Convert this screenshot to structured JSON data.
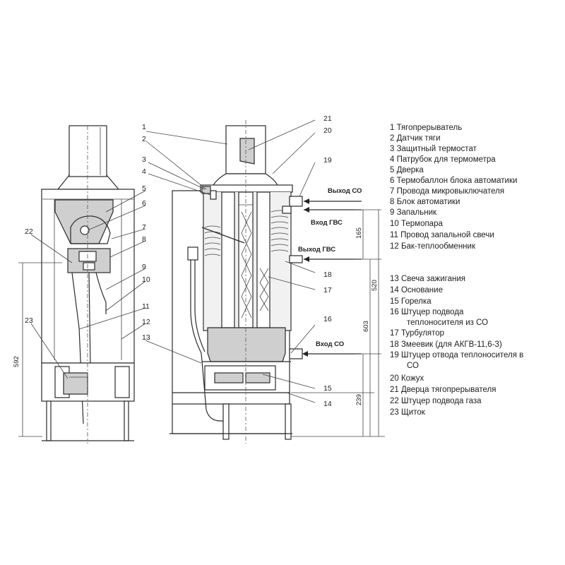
{
  "callouts": {
    "c1": "1",
    "c2": "2",
    "c3": "3",
    "c4": "4",
    "c5": "5",
    "c6": "6",
    "c7": "7",
    "c8": "8",
    "c9": "9",
    "c10": "10",
    "c11": "11",
    "c12": "12",
    "c13": "13",
    "c14": "14",
    "c15": "15",
    "c16": "16",
    "c18": "18",
    "c19": "19",
    "c20": "20",
    "c21": "21",
    "c22": "22",
    "c23": "23"
  },
  "flows": {
    "out_co": "Выход СО",
    "in_gvs": "Вход ГВС",
    "out_gvs": "Выход ГВС",
    "in_co": "Вход СО"
  },
  "dimensions": {
    "d165": "165",
    "d520": "520",
    "d603": "603",
    "d239": "239",
    "d592": "592"
  },
  "legend": [
    "1 Тягопрерыватель",
    "2 Датчик тяги",
    "3 Защитный термостат",
    "4 Патрубок для термометра",
    "5 Дверка",
    "6 Термобаллон блока автоматики",
    "7 Провода микровыключателя",
    "8 Блок автоматики",
    "9 Запальник",
    "10 Термопара",
    "11 Провод запальной свечи",
    "12 Бак-теплообменник",
    "13 Свеча зажигания",
    "14 Основание",
    "15 Горелка",
    "16 Штуцер подвода",
    "теплоносителя из СО",
    "17 Турбулятор",
    "18 Змеевик (для АКГВ-11,6-3)",
    "19 Штуцер отвода теплоносителя в",
    "СО",
    "20 Кожух",
    "21 Дверца тягопрерывателя",
    "22 Штуцер подвода газа",
    "23 Щиток"
  ]
}
